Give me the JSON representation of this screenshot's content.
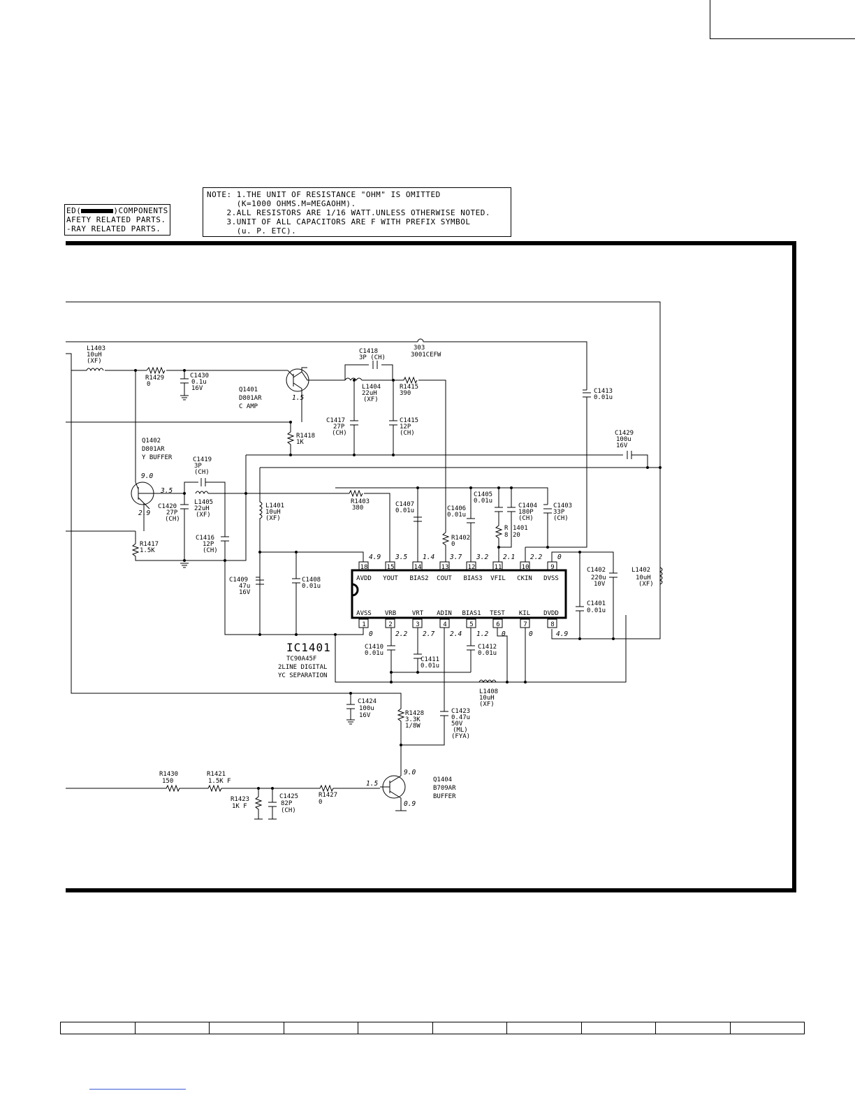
{
  "legend": {
    "line1_a": "ED(",
    "line1_b": ")COMPONENTS",
    "line2": "AFETY RELATED PARTS.",
    "line3": "-RAY RELATED PARTS."
  },
  "note": {
    "line1": "NOTE: 1.THE UNIT OF RESISTANCE \"OHM\" IS OMITTED",
    "line2": "      (K=1000 OHMS.M=MEGAOHM).",
    "line3": "    2.ALL RESISTORS ARE 1/16 WATT.UNLESS OTHERWISE NOTED.",
    "line4": "    3.UNIT OF ALL CAPACITORS ARE F WITH PREFIX SYMBOL",
    "line5": "      (u. P. ETC)."
  },
  "ic": {
    "ref": "IC1401",
    "part": "TC90A45F",
    "desc1": "2LINE DIGITAL",
    "desc2": "YC SEPARATION",
    "top_pins": [
      {
        "num": "18",
        "name": "AVDD",
        "v": "4.9"
      },
      {
        "num": "15",
        "name": "YOUT",
        "v": "3.5"
      },
      {
        "num": "14",
        "name": "BIAS2",
        "v": "1.4"
      },
      {
        "num": "13",
        "name": "COUT",
        "v": "3.7"
      },
      {
        "num": "12",
        "name": "BIAS3",
        "v": "3.2"
      },
      {
        "num": "11",
        "name": "VFIL",
        "v": "2.1"
      },
      {
        "num": "10",
        "name": "CKIN",
        "v": "2.2"
      },
      {
        "num": "9",
        "name": "DVSS",
        "v": "0"
      }
    ],
    "bottom_pins": [
      {
        "num": "1",
        "name": "AVSS",
        "v": "0"
      },
      {
        "num": "2",
        "name": "VRB",
        "v": "2.2"
      },
      {
        "num": "3",
        "name": "VRT",
        "v": "2.7"
      },
      {
        "num": "4",
        "name": "ADIN",
        "v": "2.4"
      },
      {
        "num": "5",
        "name": "BIAS1",
        "v": "1.2"
      },
      {
        "num": "6",
        "name": "TEST",
        "v": "0"
      },
      {
        "num": "7",
        "name": "KIL",
        "v": "0"
      },
      {
        "num": "8",
        "name": "DVDD",
        "v": "4.9"
      }
    ]
  },
  "parts": {
    "l1403": [
      "L1403",
      "10uH",
      "(XF)"
    ],
    "r1429": [
      "R1429",
      "0"
    ],
    "c1430": [
      "C1430",
      "0.1u",
      "16V"
    ],
    "q1401": [
      "Q1401",
      "D801AR",
      "C AMP"
    ],
    "q1401_v": "1.5",
    "c1418a": [
      "C1418",
      "3P (CH)"
    ],
    "l1404": [
      "L1404",
      "22uH",
      "(XF)"
    ],
    "r1415": [
      "R1415",
      "390"
    ],
    "w303": [
      "303",
      "3001CEFW"
    ],
    "c1413": [
      "C1413",
      "0.01u"
    ],
    "c1417": [
      "C1417",
      "27P",
      "(CH)"
    ],
    "c1415": [
      "C1415",
      "12P",
      "(CH)"
    ],
    "r1418": [
      "R1418",
      "1K"
    ],
    "q1402": [
      "Q1402",
      "D801AR",
      "Y BUFFER"
    ],
    "q1402_v": [
      "9.0",
      "3.5",
      "2.9"
    ],
    "c1419": [
      "C1419",
      "3P",
      "(CH)"
    ],
    "c1420": [
      "C1420",
      "27P",
      "(CH)"
    ],
    "l1405": [
      "L1405",
      "22uH",
      "(XF)"
    ],
    "l1401": [
      "L1401",
      "10uH",
      "(XF)"
    ],
    "r1403": [
      "R1403",
      "380"
    ],
    "c1407": [
      "C1407",
      "0.01u"
    ],
    "c1406": [
      "C1406",
      "0.01u"
    ],
    "c1405": [
      "C1405",
      "0.01u"
    ],
    "c1404": [
      "C1404",
      "180P",
      "(CH)"
    ],
    "c1403": [
      "C1403",
      "33P",
      "(CH)"
    ],
    "r1401": [
      "R",
      "8",
      "1401",
      "20"
    ],
    "r1402": [
      "R1402",
      "0"
    ],
    "c1429": [
      "C1429",
      "100u",
      "16V"
    ],
    "r1417": [
      "R1417",
      "1.5K"
    ],
    "c1416": [
      "C1416",
      "12P",
      "(CH)"
    ],
    "c1409": [
      "C1409",
      "47u",
      "16V"
    ],
    "c1408": [
      "C1408",
      "0.01u"
    ],
    "c1402": [
      "C1402",
      "220u",
      "10V"
    ],
    "l1402": [
      "L1402",
      "10uH",
      "(XF)"
    ],
    "c1401": [
      "C1401",
      "0.01u"
    ],
    "c1410": [
      "C1410",
      "0.01u"
    ],
    "c1411": [
      "C1411",
      "0.01u"
    ],
    "c1412": [
      "C1412",
      "0.01u"
    ],
    "l1408": [
      "L1408",
      "10uH",
      "(XF)"
    ],
    "c1424": [
      "C1424",
      "100u",
      "16V"
    ],
    "r1428": [
      "R1428",
      "3.3K",
      "1/8W"
    ],
    "c1423": [
      "C1423",
      "0.47u",
      "50V",
      "(ML)",
      "(FYA)"
    ],
    "q1404": [
      "Q1404",
      "B709AR",
      "BUFFER"
    ],
    "q1404_v": [
      "9.0",
      "1.5",
      "0.9"
    ],
    "r1430": [
      "R1430",
      "150"
    ],
    "r1421": [
      "R1421",
      "1.5K F"
    ],
    "r1423": [
      "R1423",
      "1K  F"
    ],
    "c1425": [
      "C1425",
      "82P",
      "(CH)"
    ],
    "r1427": [
      "R1427",
      "0"
    ]
  }
}
